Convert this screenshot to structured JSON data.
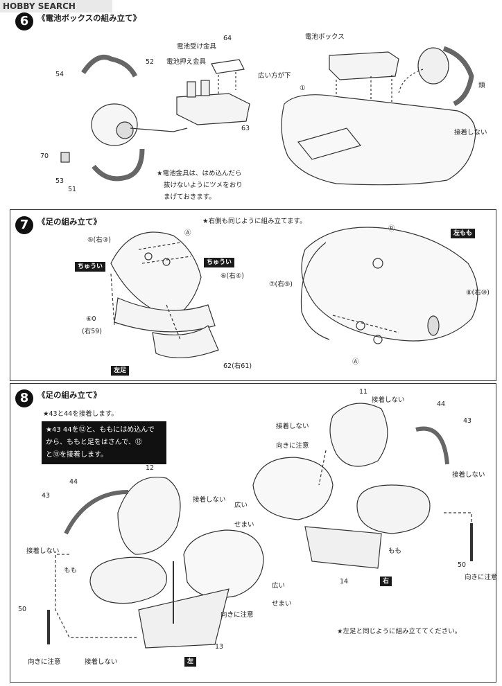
{
  "watermark": "HOBBY SEARCH",
  "steps": {
    "s6": {
      "number": "6",
      "title": "《電池ボックスの組み立て》"
    },
    "s7": {
      "number": "7",
      "title": "《足の組み立て》",
      "note": "★右側も同じように組み立てます。"
    },
    "s8": {
      "number": "8",
      "title": "《足の組み立て》"
    }
  },
  "s6": {
    "labels": {
      "battery_receiver": "電池受け金具",
      "battery_press": "電池押え金具",
      "wide_down": "広い方が下",
      "battery_box": "電池ボックス",
      "head": "頭",
      "no_glue": "接着しない"
    },
    "note_lines": [
      "★電池金具は、はめ込んだら",
      "抜けないようにツメをおり",
      "まげておきます。"
    ],
    "parts": [
      "64",
      "54",
      "52",
      "70",
      "53",
      "51",
      "63",
      "①"
    ]
  },
  "s7": {
    "labels": {
      "p5": "⑤(右③)",
      "pA": "Ⓐ",
      "p6": "⑥(右④)",
      "p60": "⑥0",
      "p59": "(右59)",
      "p62": "62(右61)",
      "pB": "Ⓑ",
      "p7": "⑦(右⑨)",
      "p8": "⑧(右⑩)",
      "pA2": "Ⓐ",
      "center": "ちゅうい"
    },
    "tags": {
      "left_foot": "左足",
      "left_thigh": "左もも"
    }
  },
  "s8": {
    "glue_note": "★43と44を接着します。",
    "box_lines": [
      "★43 44を⑫と、ももにはめ込んで",
      "から、ももと足をはさんで、⑫",
      "と⑬を接着します。"
    ],
    "labels": {
      "no_glue": "接着しない",
      "thigh": "もも",
      "caution_dir": "向きに注意",
      "wide": "広い",
      "narrow": "せまい"
    },
    "parts": [
      "11",
      "12",
      "13",
      "14",
      "43",
      "44",
      "50"
    ],
    "tags": {
      "left": "左",
      "right": "右"
    },
    "footer": "★左足と同じように組み立ててください。"
  }
}
